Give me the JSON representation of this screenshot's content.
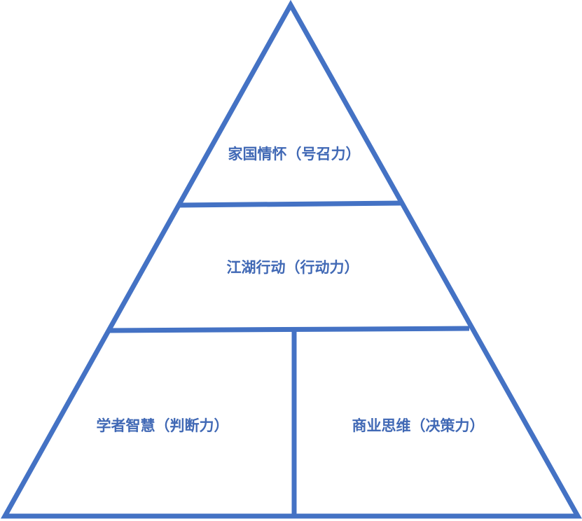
{
  "diagram": {
    "type": "pyramid",
    "stroke_color": "#4472c4",
    "text_color": "#4169b5",
    "background": "#ffffff",
    "levels": [
      {
        "id": "top",
        "label": "家国情怀（号召力）"
      },
      {
        "id": "middle",
        "label": "江湖行动（行动力）"
      },
      {
        "id": "bottom-left",
        "label": "学者智慧（判断力）"
      },
      {
        "id": "bottom-right",
        "label": "商业思维（决策力）"
      }
    ]
  }
}
